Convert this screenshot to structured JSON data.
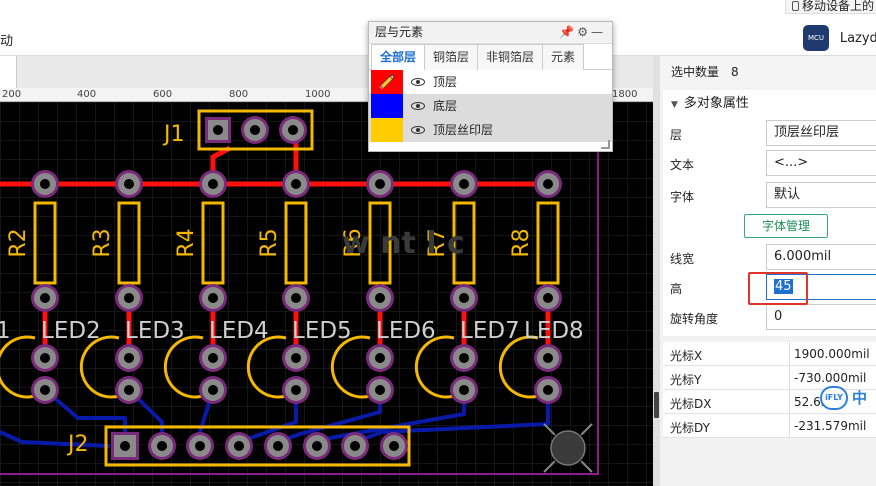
{
  "header": {
    "mobile_link": "移动设备上的",
    "menu_fragment": "动",
    "user_name": "Lazydu",
    "avatar_text": "MCU"
  },
  "ruler": {
    "ticks": [
      "200",
      "400",
      "600",
      "800",
      "1000",
      "1800"
    ]
  },
  "pcb": {
    "connector_top": "J1",
    "connector_bottom": "J2",
    "resistors": [
      "R2",
      "R3",
      "R4",
      "R5",
      "R6",
      "R7",
      "R8"
    ],
    "leds": [
      "1",
      "LED2",
      "LED3",
      "LED4",
      "LED5",
      "LED6",
      "LED7",
      "LED8"
    ],
    "watermark": "w    nt   l      c",
    "colors": {
      "background": "#000000",
      "top_copper": "#ff1010",
      "bottom_copper": "#0a1aa8",
      "silkscreen": "#f5b800",
      "pad": "#8a8a8a",
      "pad_ring": "#7a2a7a",
      "board_outline": "#8a1e8a",
      "grid": "#2a2a2a"
    }
  },
  "layers_panel": {
    "title": "层与元素",
    "tabs": [
      "全部层",
      "铜箔层",
      "非铜箔层",
      "元素"
    ],
    "active_tab": "全部层",
    "layers": [
      {
        "name": "顶层",
        "color": "#ff0000"
      },
      {
        "name": "底层",
        "color": "#0000ff"
      },
      {
        "name": "顶层丝印层",
        "color": "#ffcc00"
      }
    ]
  },
  "properties": {
    "selection_label": "选中数量",
    "selection_count": "8",
    "section_title": "多对象属性",
    "layer_label": "层",
    "layer_value": "顶层丝印层",
    "text_label": "文本",
    "text_value": "<...>",
    "font_label": "字体",
    "font_value": "默认",
    "font_manager_button": "字体管理",
    "line_width_label": "线宽",
    "line_width_value": "6.000mil",
    "height_label": "高",
    "height_value": "45",
    "rotation_label": "旋转角度",
    "rotation_value": "0"
  },
  "cursor": {
    "x_label": "光标X",
    "x_value": "1900.000mil",
    "y_label": "光标Y",
    "y_value": "-730.000mil",
    "dx_label": "光标DX",
    "dx_value": "52.63",
    "dy_label": "光标DY",
    "dy_value": "-231.579mil"
  },
  "ifly": {
    "badge": "iFLY",
    "text": "中"
  }
}
